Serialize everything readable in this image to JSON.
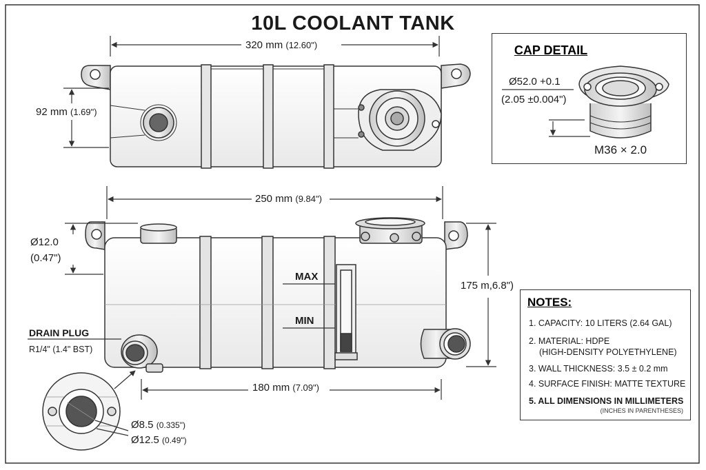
{
  "title": "10L COOLANT TANK",
  "top_view": {
    "width_label": "320 mm",
    "width_label_in": "(12.60\")",
    "height_label": "92 mm",
    "height_label_in": "(1.69\")"
  },
  "cap_detail": {
    "title": "CAP DETAIL",
    "diameter": "Ø52.0 +0.1",
    "diameter_in": "(2.05 ±0.004\")",
    "thread": "M36 × 2.0"
  },
  "front_view": {
    "width_label": "250 mm",
    "width_label_in": "(9.84\")",
    "port_dia": "Ø12.0",
    "port_dia_in": "(0.47\")",
    "max_label": "MAX",
    "min_label": "MIN",
    "height_label": "175 m,6.8\")",
    "drain_title": "DRAIN PLUG",
    "drain_spec": "R1/4\" (1.4\" BST)",
    "bottom_label": "180 mm",
    "bottom_label_in": "(7.09\")"
  },
  "drain_detail": {
    "inner_dia": "Ø8.5",
    "inner_dia_in": "(0.335\")",
    "outer_dia": "Ø12.5",
    "outer_dia_in": "(0.49\")"
  },
  "notes": {
    "title": "NOTES:",
    "items": [
      "1. CAPACITY: 10 LITERS (2.64 GAL)",
      "2. MATERIAL: HDPE",
      "(HIGH-DENSITY POLYETHYLENE)",
      "3. WALL THICKNESS: 3.5 ± 0.2 mm",
      "4. SURFACE FINISH: MATTE TEXTURE",
      "5. ALL DIMENSIONS IN MILLIMETERS"
    ],
    "footnote": "(INCHES IN PARENTHESES)"
  },
  "colors": {
    "line": "#333333",
    "fill": "#f6f6f6",
    "shade": "#dcdcdc",
    "dark": "#555555"
  }
}
